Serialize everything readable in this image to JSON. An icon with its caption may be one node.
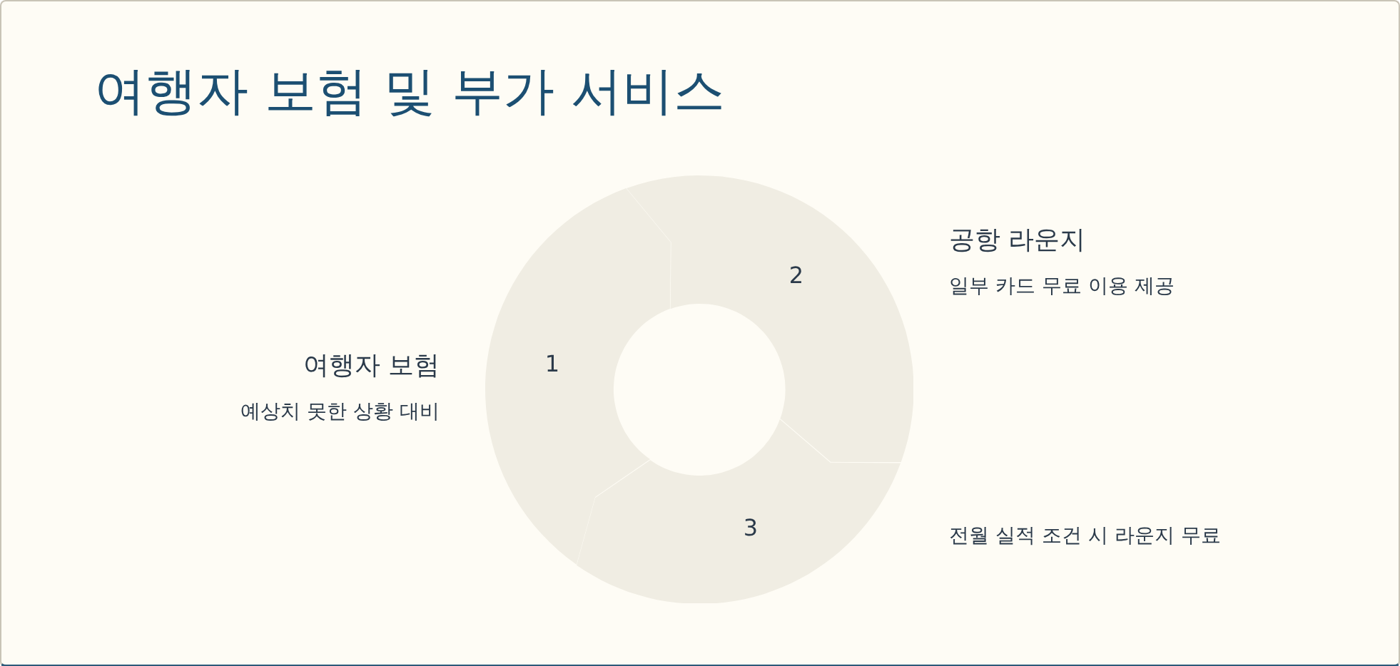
{
  "diagram": {
    "title": "여행자 보험 및 부가 서비스",
    "nodes": [
      {
        "text": [
          "1"
        ],
        "beside": [
          "여행자 보험",
          "예상치 못한 상황 대비"
        ]
      },
      {
        "text": [
          "2"
        ],
        "beside": [
          "공항 라운지",
          "일부 카드 무료 이용 제공"
        ]
      },
      {
        "text": [
          "3"
        ],
        "beside": [
          "전월 실적 조건 시 라운지 무료"
        ]
      }
    ]
  }
}
